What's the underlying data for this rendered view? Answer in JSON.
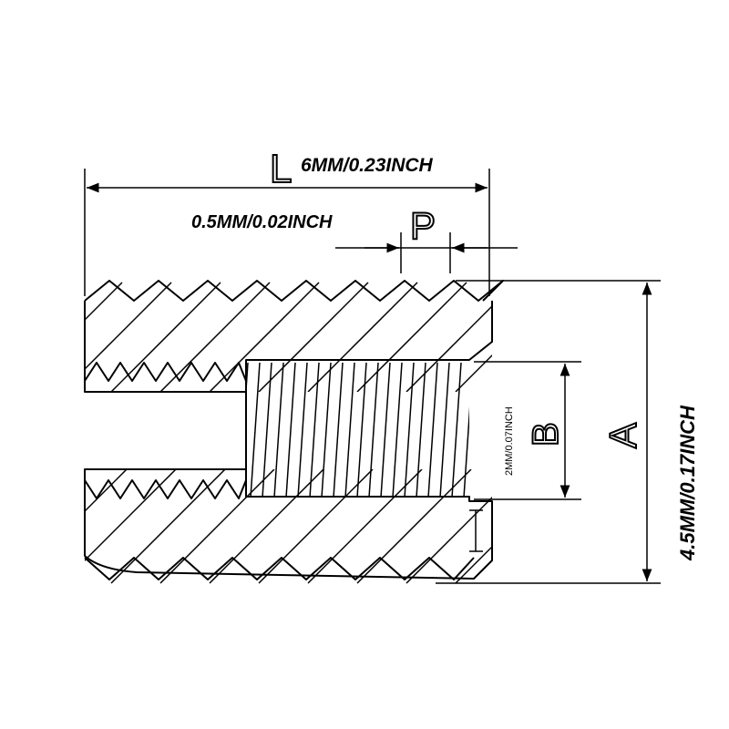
{
  "dimensions": {
    "length": {
      "letter": "L",
      "value": "6MM/0.23INCH"
    },
    "pitch": {
      "letter": "P",
      "value": "0.5MM/0.02INCH"
    },
    "outer_diameter": {
      "letter": "A",
      "value": "4.5MM/0.17INCH"
    },
    "inner_diameter": {
      "letter": "B",
      "value": "2MM/0.07INCH"
    }
  },
  "colors": {
    "line": "#000000",
    "background": "#ffffff"
  }
}
